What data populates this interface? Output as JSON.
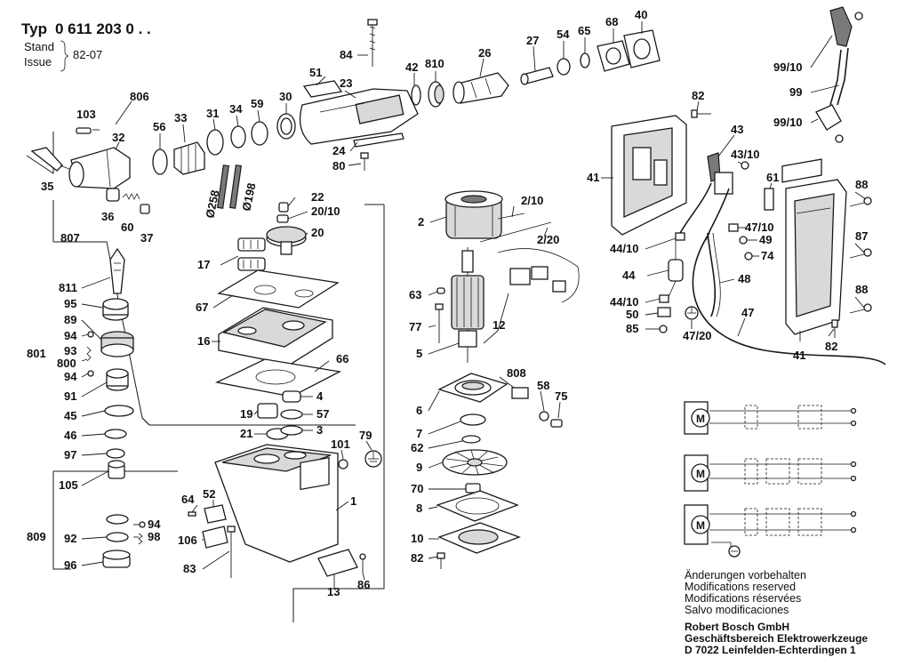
{
  "header": {
    "typ_label": "Typ",
    "typ_number": "0 611 203 0 . .",
    "stand_label": "Stand",
    "issue_label": "Issue",
    "issue_code": "82-07"
  },
  "callouts": {
    "c84": "84",
    "c51": "51",
    "c23": "23",
    "c42": "42",
    "c810": "810",
    "c26": "26",
    "c27": "27",
    "c54": "54",
    "c65": "65",
    "c68": "68",
    "c40": "40",
    "c806": "806",
    "c103": "103",
    "c32": "32",
    "c56": "56",
    "c33": "33",
    "c31": "31",
    "c34": "34",
    "c59": "59",
    "c30": "30",
    "c24": "24",
    "c80": "80",
    "c35": "35",
    "c36": "36",
    "c60": "60",
    "c37": "37",
    "c807": "807",
    "d258": "Ø258",
    "d198": "Ø198",
    "c22": "22",
    "c20_10": "20/10",
    "c20": "20",
    "c17": "17",
    "c67": "67",
    "c16": "16",
    "c66": "66",
    "c4": "4",
    "c19": "19",
    "c57": "57",
    "c21": "21",
    "c3": "3",
    "c811": "811",
    "c95": "95",
    "c89": "89",
    "c801": "801",
    "c94a": "94",
    "c93": "93",
    "c800": "800",
    "c94b": "94",
    "c91": "91",
    "c45": "45",
    "c46": "46",
    "c97": "97",
    "c105": "105",
    "c809": "809",
    "c92": "92",
    "c94c": "94",
    "c98": "98",
    "c96": "96",
    "c64": "64",
    "c52": "52",
    "c106": "106",
    "c83": "83",
    "c1": "1",
    "c101": "101",
    "c79": "79",
    "c13": "13",
    "c86": "86",
    "c2": "2",
    "c2_10": "2/10",
    "c2_20": "2/20",
    "c63": "63",
    "c77": "77",
    "c12": "12",
    "c5": "5",
    "c808": "808",
    "c58": "58",
    "c75": "75",
    "c6": "6",
    "c7": "7",
    "c62": "62",
    "c9": "9",
    "c70": "70",
    "c8": "8",
    "c10": "10",
    "c82a": "82",
    "c82b": "82",
    "c41a": "41",
    "c43": "43",
    "c43_10": "43/10",
    "c61": "61",
    "c88a": "88",
    "c47_10": "47/10",
    "c49": "49",
    "c87": "87",
    "c44_10a": "44/10",
    "c74": "74",
    "c44": "44",
    "c48": "48",
    "c88b": "88",
    "c44_10b": "44/10",
    "c50": "50",
    "c85": "85",
    "c47": "47",
    "c47_20": "47/20",
    "c41b": "41",
    "c82c": "82",
    "c99_10a": "99/10",
    "c99": "99",
    "c99_10b": "99/10"
  },
  "notes": {
    "line1": "Änderungen vorbehalten",
    "line2": "Modifications reserved",
    "line3": "Modifications réservées",
    "line4": "Salvo modificaciones"
  },
  "company": {
    "line1": "Robert Bosch GmbH",
    "line2": "Geschäftsbereich Elektrowerkzeuge",
    "line3": "D 7022 Leinfelden-Echterdingen 1"
  },
  "schematics": {
    "motor_symbol": "M"
  }
}
